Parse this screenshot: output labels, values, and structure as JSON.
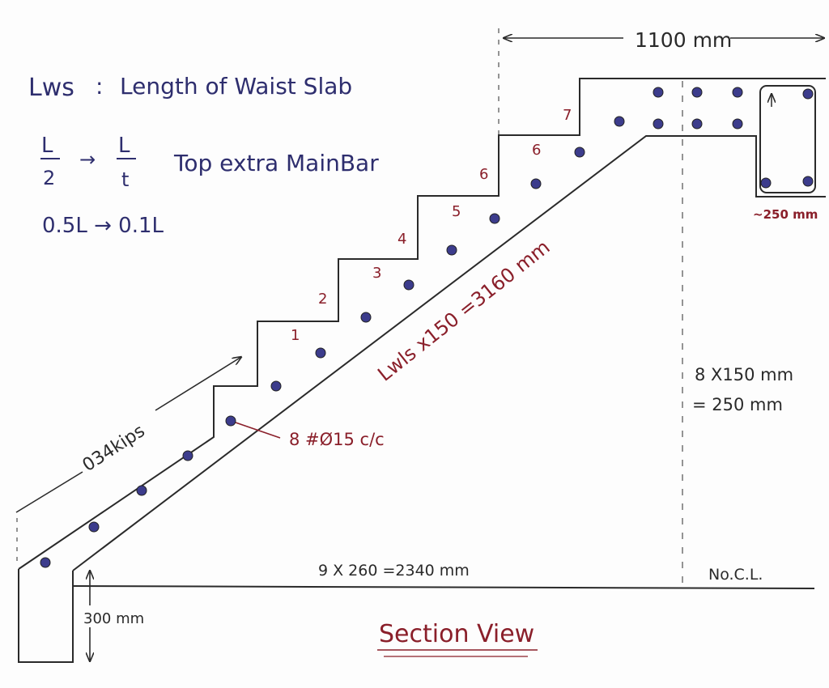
{
  "colors": {
    "ink": "#2e2e6e",
    "line": "#2a2a2a",
    "red": "#8a1f2a",
    "rebar": "#3c3c8c",
    "paper": "#fdfdfd"
  },
  "notes": {
    "lws_label": "Lws",
    "lws_sep": ":",
    "lws_desc": "Length of Waist Slab",
    "frac_left_num": "L",
    "frac_left_den": "2",
    "frac_arrow": "→",
    "frac_right_num": "L",
    "frac_right_den": "t",
    "top_extra": "Top extra MainBar",
    "ratio": "0.5L → 0.1L"
  },
  "dimensions": {
    "top_span": "1100 mm",
    "landing_width": "~250 mm",
    "waist_length": "Lwls x150 =3160 mm",
    "landing_calc_1": "8 X150 mm",
    "landing_calc_2": "= 250 mm",
    "bar_spacing": "8 #Ø15 c/c",
    "going": "9 X 260 =2340 mm",
    "centre_line": "No.C.L.",
    "footing_depth": "300 mm",
    "load_note": "034kips"
  },
  "steps": [
    "1",
    "2",
    "3",
    "4",
    "5",
    "6",
    "7"
  ],
  "title": "Section View",
  "icons": {
    "arrow": "arrow-icon",
    "rebar": "rebar-dot-icon"
  }
}
